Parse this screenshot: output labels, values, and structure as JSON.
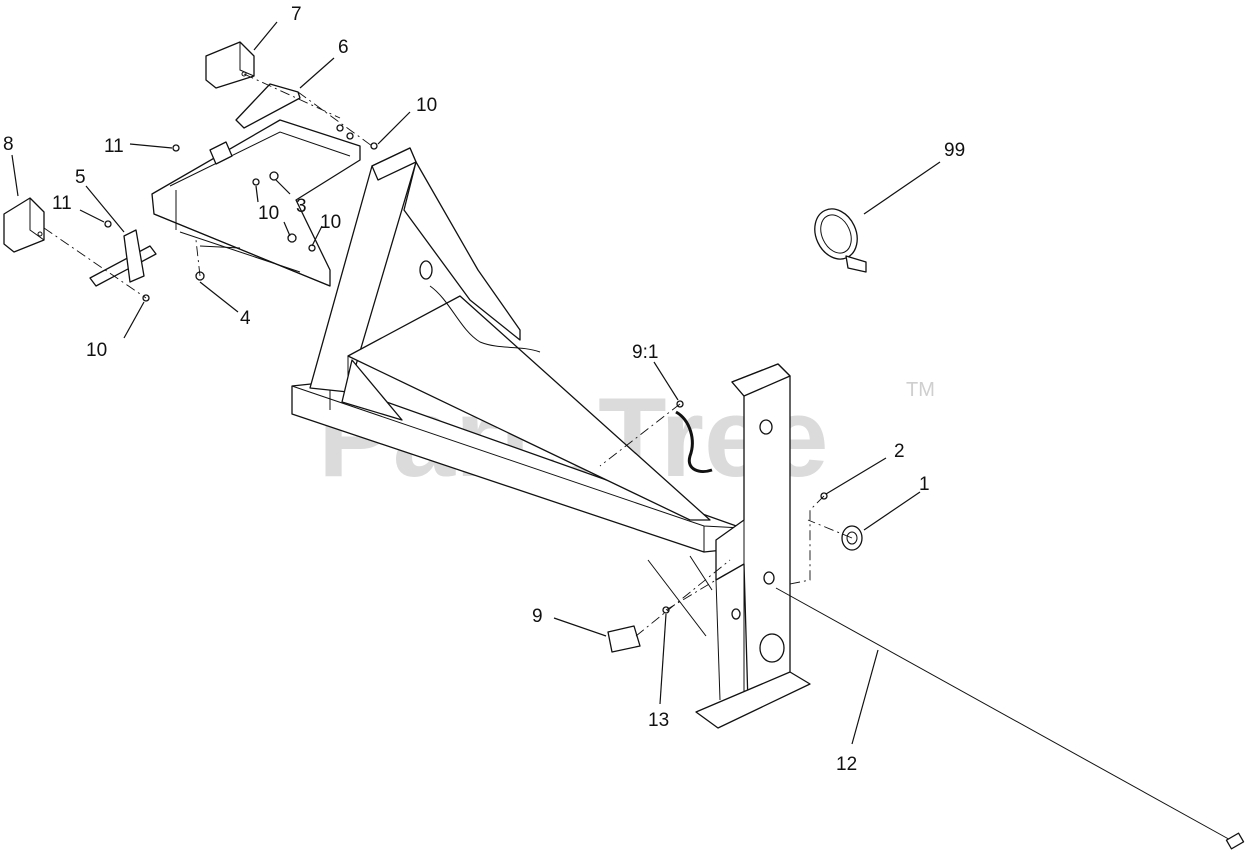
{
  "watermark": {
    "text": "PartsTree",
    "trademark": "TM"
  },
  "callouts": {
    "c1": "1",
    "c2": "2",
    "c3": "3",
    "c4": "4",
    "c5": "5",
    "c6": "6",
    "c7": "7",
    "c8": "8",
    "c9": "9",
    "c9_1": "9:1",
    "c10a": "10",
    "c10b": "10",
    "c10c": "10",
    "c10d": "10",
    "c11a": "11",
    "c11b": "11",
    "c12": "12",
    "c13": "13",
    "c99": "99"
  }
}
